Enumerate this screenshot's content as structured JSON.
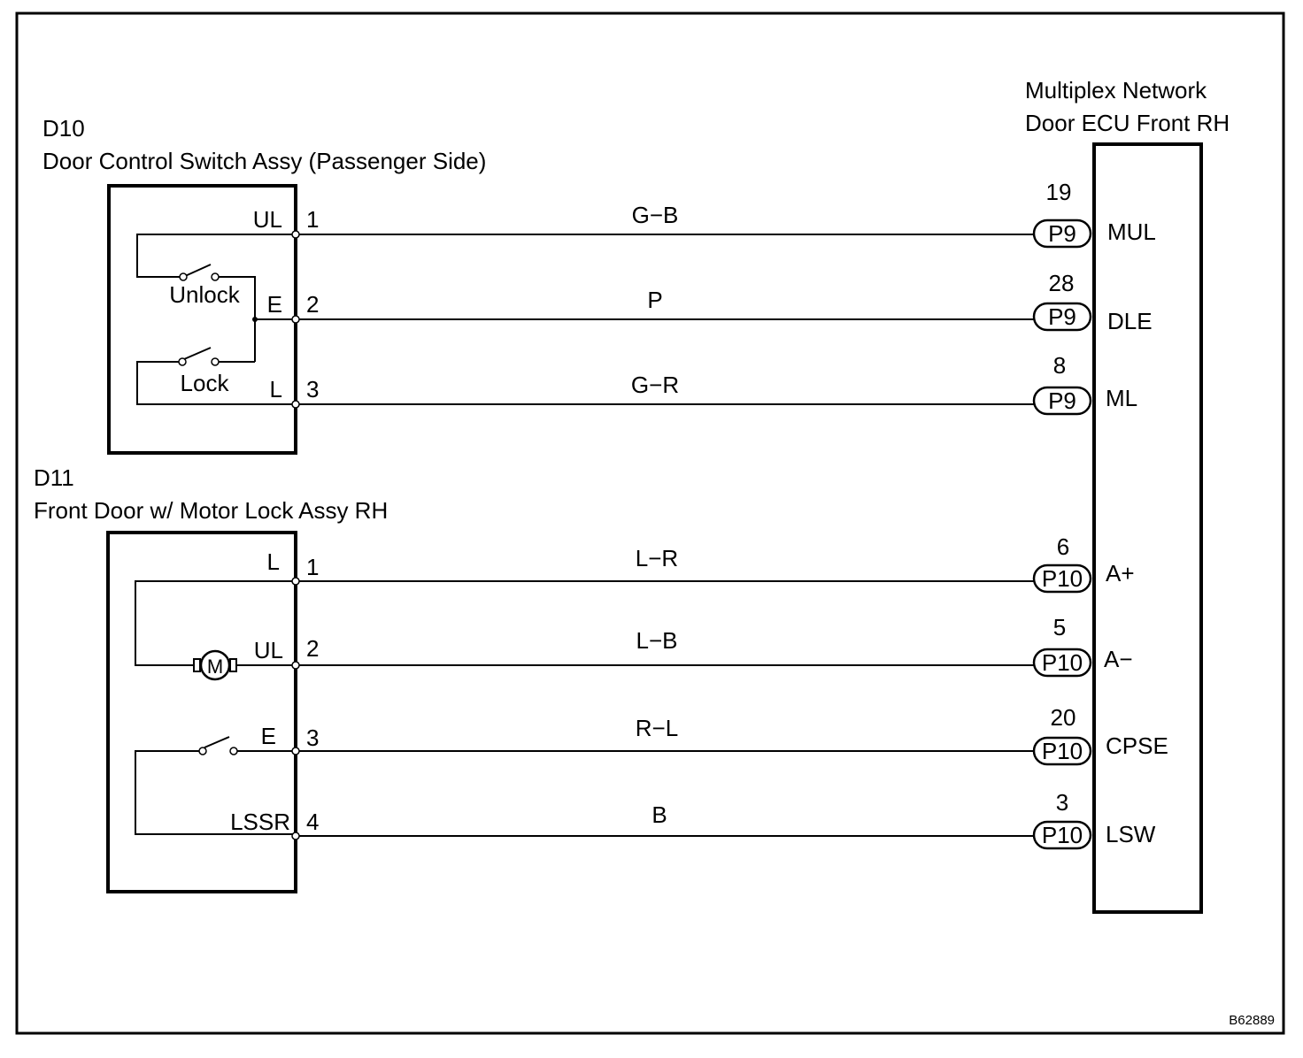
{
  "d10": {
    "code": "D10",
    "name": "Door Control Switch Assy (Passenger Side)",
    "switch_labels": [
      "Unlock",
      "Lock"
    ],
    "pins": [
      {
        "label": "UL",
        "num": "1"
      },
      {
        "label": "E",
        "num": "2"
      },
      {
        "label": "L",
        "num": "3"
      }
    ]
  },
  "d11": {
    "code": "D11",
    "name": "Front Door w/ Motor Lock Assy RH",
    "motor_symbol": "M",
    "pins": [
      {
        "label": "L",
        "num": "1"
      },
      {
        "label": "UL",
        "num": "2"
      },
      {
        "label": "E",
        "num": "3"
      },
      {
        "label": "LSSR",
        "num": "4"
      }
    ]
  },
  "ecu": {
    "title_line1": "Multiplex Network",
    "title_line2": "Door ECU Front RH",
    "terminals": [
      {
        "pin": "19",
        "connector": "P9",
        "name": "MUL"
      },
      {
        "pin": "28",
        "connector": "P9",
        "name": "DLE"
      },
      {
        "pin": "8",
        "connector": "P9",
        "name": "ML"
      },
      {
        "pin": "6",
        "connector": "P10",
        "name": "A+"
      },
      {
        "pin": "5",
        "connector": "P10",
        "name": "A−"
      },
      {
        "pin": "20",
        "connector": "P10",
        "name": "CPSE"
      },
      {
        "pin": "3",
        "connector": "P10",
        "name": "LSW"
      }
    ]
  },
  "wires": [
    "G−B",
    "P",
    "G−R",
    "L−R",
    "L−B",
    "R−L",
    "B"
  ],
  "figure_id": "B62889"
}
